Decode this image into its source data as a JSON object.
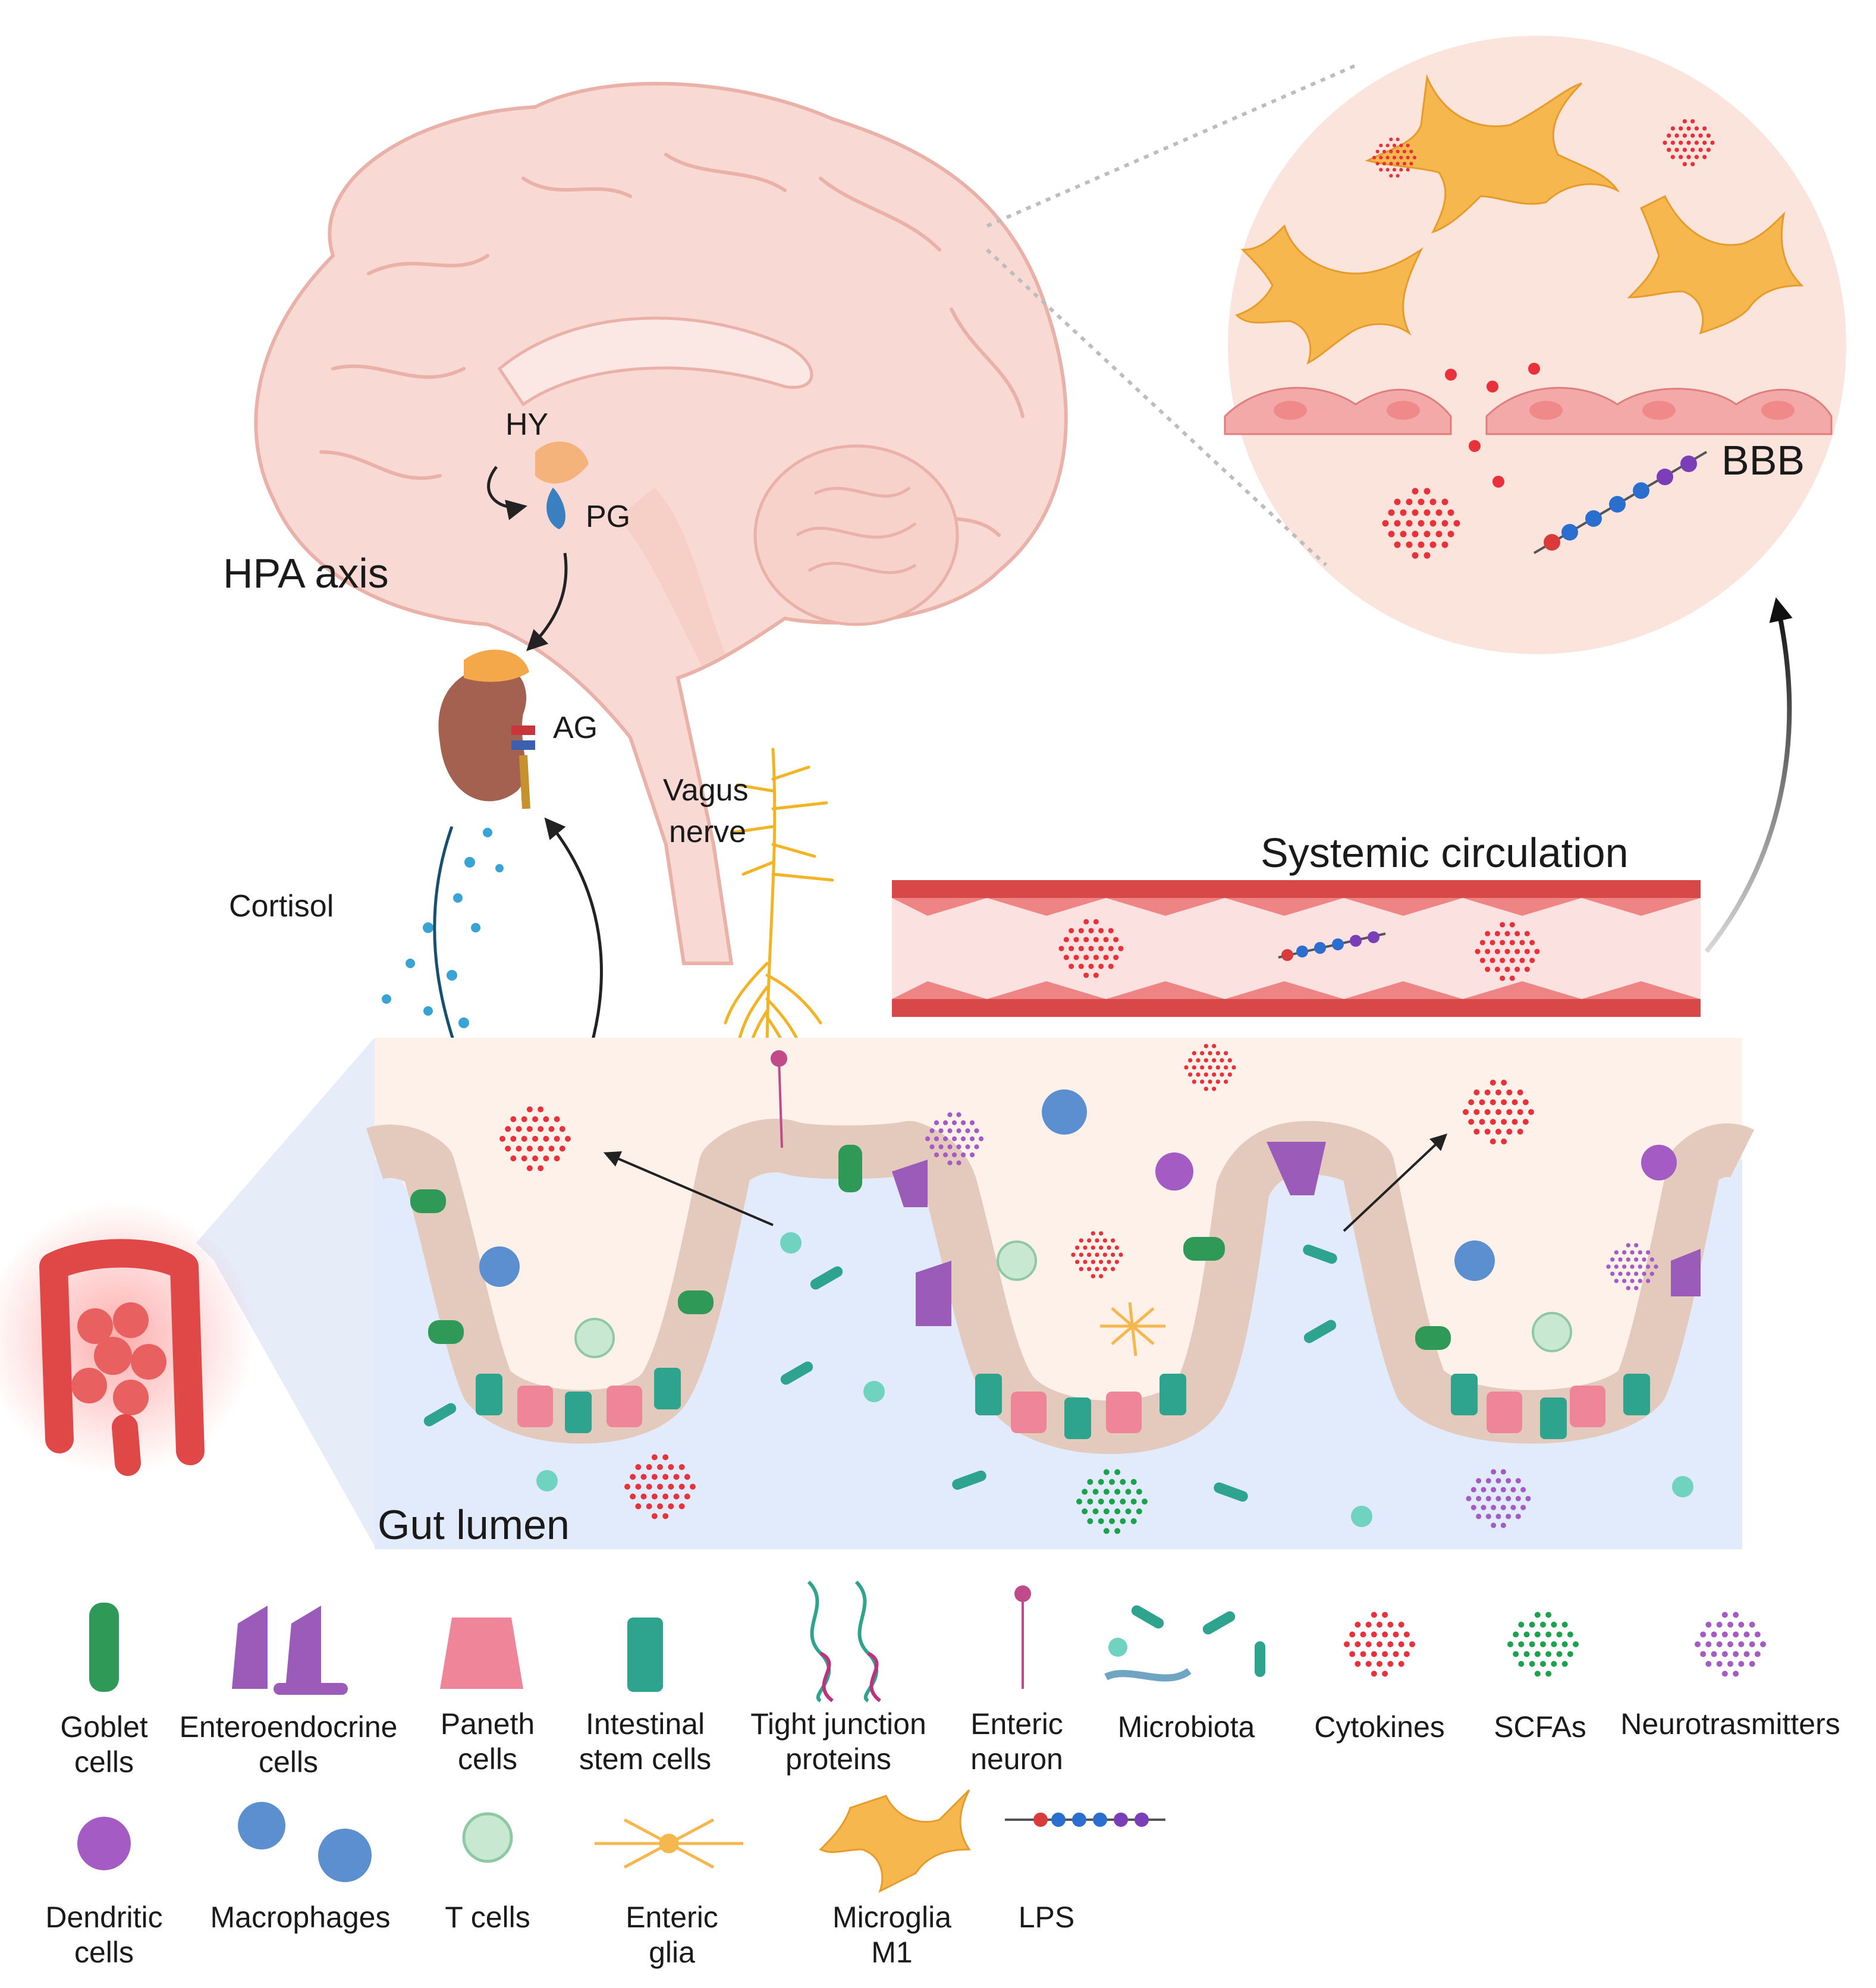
{
  "labels": {
    "hy": "HY",
    "pg": "PG",
    "hpa_axis": "HPA axis",
    "ag": "AG",
    "vagus_nerve_line1": "Vagus",
    "vagus_nerve_line2": "nerve",
    "cortisol": "Cortisol",
    "systemic_circulation": "Systemic circulation",
    "bbb": "BBB",
    "gut_lumen": "Gut lumen"
  },
  "legend": {
    "row1": [
      {
        "id": "goblet",
        "line1": "Goblet",
        "line2": "cells",
        "icon": "goblet-cell-icon"
      },
      {
        "id": "enteroendocrine",
        "line1": "Enteroendocrine",
        "line2": "cells",
        "icon": "enteroendocrine-cell-icon"
      },
      {
        "id": "paneth",
        "line1": "Paneth",
        "line2": "cells",
        "icon": "paneth-cell-icon"
      },
      {
        "id": "stem",
        "line1": "Intestinal",
        "line2": "stem cells",
        "icon": "stem-cell-icon"
      },
      {
        "id": "tight",
        "line1": "Tight junction",
        "line2": "proteins",
        "icon": "tight-junction-icon"
      },
      {
        "id": "neuron",
        "line1": "Enteric",
        "line2": "neuron",
        "icon": "enteric-neuron-icon"
      },
      {
        "id": "microbiota",
        "line1": "Microbiota",
        "line2": "",
        "icon": "microbiota-icon"
      },
      {
        "id": "cytokines",
        "line1": "Cytokines",
        "line2": "",
        "icon": "cytokines-icon"
      },
      {
        "id": "scfas",
        "line1": "SCFAs",
        "line2": "",
        "icon": "scfas-icon"
      },
      {
        "id": "neuro",
        "line1": "Neurotrasmitters",
        "line2": "",
        "icon": "neurotransmitters-icon"
      }
    ],
    "row2": [
      {
        "id": "dendritic",
        "line1": "Dendritic",
        "line2": "cells",
        "icon": "dendritic-cell-icon"
      },
      {
        "id": "macrophages",
        "line1": "Macrophages",
        "line2": "",
        "icon": "macrophage-icon"
      },
      {
        "id": "tcells",
        "line1": "T cells",
        "line2": "",
        "icon": "t-cell-icon"
      },
      {
        "id": "glia",
        "line1": "Enteric",
        "line2": "glia",
        "icon": "enteric-glia-icon"
      },
      {
        "id": "microglia",
        "line1": "Microglia",
        "line2": "M1",
        "icon": "microglia-icon"
      },
      {
        "id": "lps",
        "line1": "LPS",
        "line2": "",
        "icon": "lps-icon"
      }
    ]
  },
  "colors": {
    "brain": "#f9d9d3",
    "brain_outline": "#e9b1a8",
    "gut_top": "#fdf1ea",
    "gut_lumen": "#e2ebfb",
    "epithelium": "#e3cabd",
    "vessel": "#d94848",
    "vessel_inner": "#fbe1e0",
    "microglia": "#f6b74e",
    "cytokine": "#e8313a",
    "scfa": "#1aa34c",
    "neurotransmitter": "#a55bc4",
    "goblet": "#2f9a57",
    "paneth": "#ef8598",
    "stem": "#2ea38e",
    "enteroendocrine": "#9b5bb8",
    "macrophage": "#5b8fd0",
    "vagus": "#f2b324",
    "cortisol": "#3aa3d6"
  }
}
